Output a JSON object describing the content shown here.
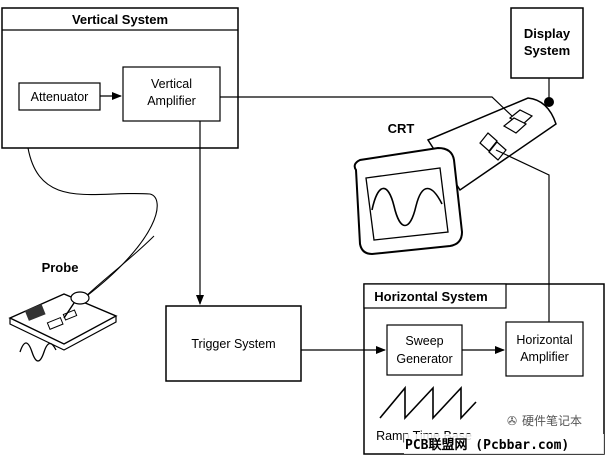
{
  "vertical_system": {
    "title": "Vertical System",
    "attenuator": "Attenuator",
    "amplifier_line1": "Vertical",
    "amplifier_line2": "Amplifier"
  },
  "display_system": {
    "line1": "Display",
    "line2": "System"
  },
  "crt": {
    "label": "CRT"
  },
  "probe": {
    "label": "Probe"
  },
  "trigger_system": {
    "label": "Trigger System"
  },
  "horizontal_system": {
    "title": "Horizontal System",
    "sweep_line1": "Sweep",
    "sweep_line2": "Generator",
    "amplifier_line1": "Horizontal",
    "amplifier_line2": "Amplifier",
    "ramp_label": "Ramp Time Base"
  },
  "watermark": {
    "site": "PCB联盟网 (Pcbbar.com)",
    "account": "硬件笔记本"
  }
}
